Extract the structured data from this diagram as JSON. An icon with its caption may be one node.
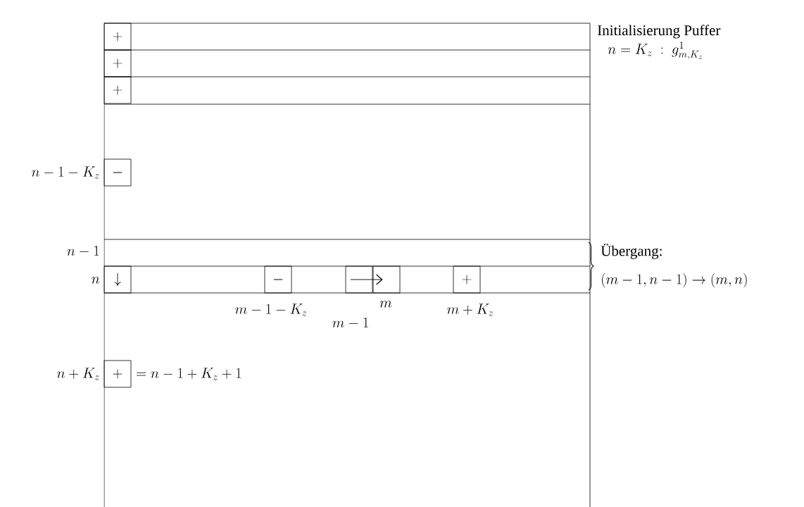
{
  "diagram": {
    "nodes": [
      {
        "text": [
          "+"
        ]
      },
      {
        "text": [
          "+"
        ]
      },
      {
        "text": [
          "+"
        ]
      },
      {
        "text": [
          "-"
        ],
        "beside": [
          "n-1-K_z"
        ]
      },
      {
        "text": [
          "\\downarrow"
        ],
        "beside": [
          "n"
        ]
      },
      {
        "text": [
          "-"
        ],
        "beside": [
          "m-1-K_z"
        ]
      },
      {
        "text": [],
        "shape": "box",
        "beside": [
          "m-1"
        ]
      },
      {
        "text": [],
        "shape": "box",
        "beside": [
          "m"
        ]
      },
      {
        "text": [
          "+"
        ],
        "beside": [
          "m+K_z"
        ]
      },
      {
        "text": [
          "+"
        ],
        "beside": [
          "n+K_z",
          "= n-1+K_z+1"
        ]
      }
    ],
    "edges": [
      {
        "from": 6,
        "to": 7,
        "arrow": "to"
      }
    ],
    "labels": [
      "Initialisierung Puffer",
      "n = K_z \\ :\\ g^{1}_{m,K_z}",
      "n-1",
      "Übergang:",
      "(m-1,n-1)\\rightarrow(m,n)"
    ]
  }
}
